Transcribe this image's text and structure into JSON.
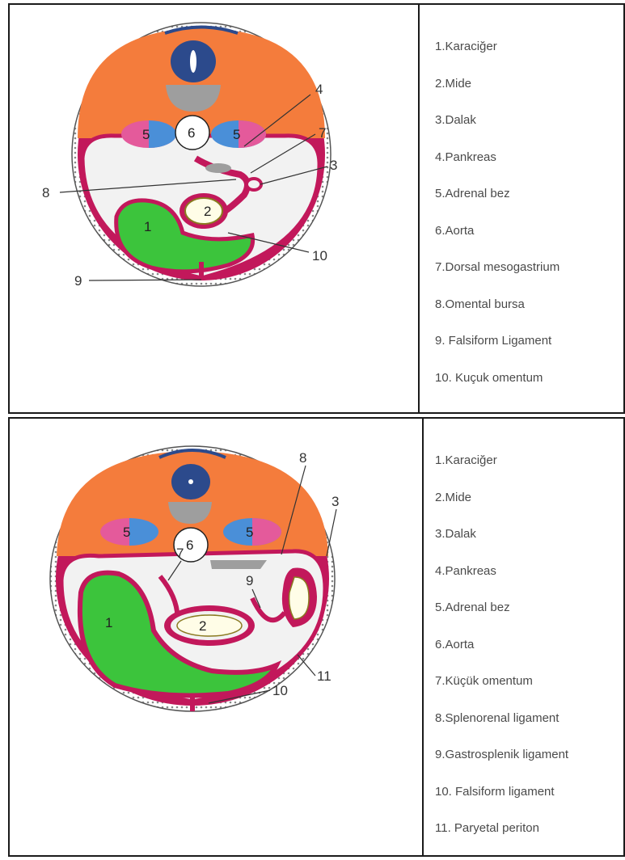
{
  "top": {
    "legend": [
      "1.Karaciğer",
      "2.Mide",
      "3.Dalak",
      "4.Pankreas",
      "5.Adrenal bez",
      "6.Aorta",
      "7.Dorsal mesogastrium",
      "8.Omental bursa",
      "9. Falsiform Ligament",
      "10. Kuçuk omentum"
    ],
    "callouts": {
      "n1": "1",
      "n2": "2",
      "n5a": "5",
      "n5b": "5",
      "n6": "6",
      "c3": "3",
      "c4": "4",
      "c7": "7",
      "c8": "8",
      "c9": "9",
      "c10": "10"
    }
  },
  "bottom": {
    "legend": [
      "1.Karaciğer",
      "2.Mide",
      "3.Dalak",
      "4.Pankreas",
      "5.Adrenal bez",
      "6.Aorta",
      "7.Küçük omentum",
      "8.Splenorenal ligament",
      "9.Gastrosplenik ligament",
      "10. Falsiform ligament",
      "11. Paryetal periton"
    ],
    "callouts": {
      "n1": "1",
      "n2": "2",
      "n5a": "5",
      "n5b": "5",
      "n6": "6",
      "c3": "3",
      "c7": "7",
      "c8": "8",
      "c9": "9",
      "c10": "10",
      "c11": "11"
    }
  },
  "colors": {
    "liver": "#3cc43c",
    "body_wall": "#f47c3c",
    "peritoneum": "#c2185b",
    "adrenal_pink": "#e45a9b",
    "adrenal_blue": "#4a8fd8",
    "vertebra": "#2c4a8c",
    "cavity": "#f2f2f2"
  }
}
